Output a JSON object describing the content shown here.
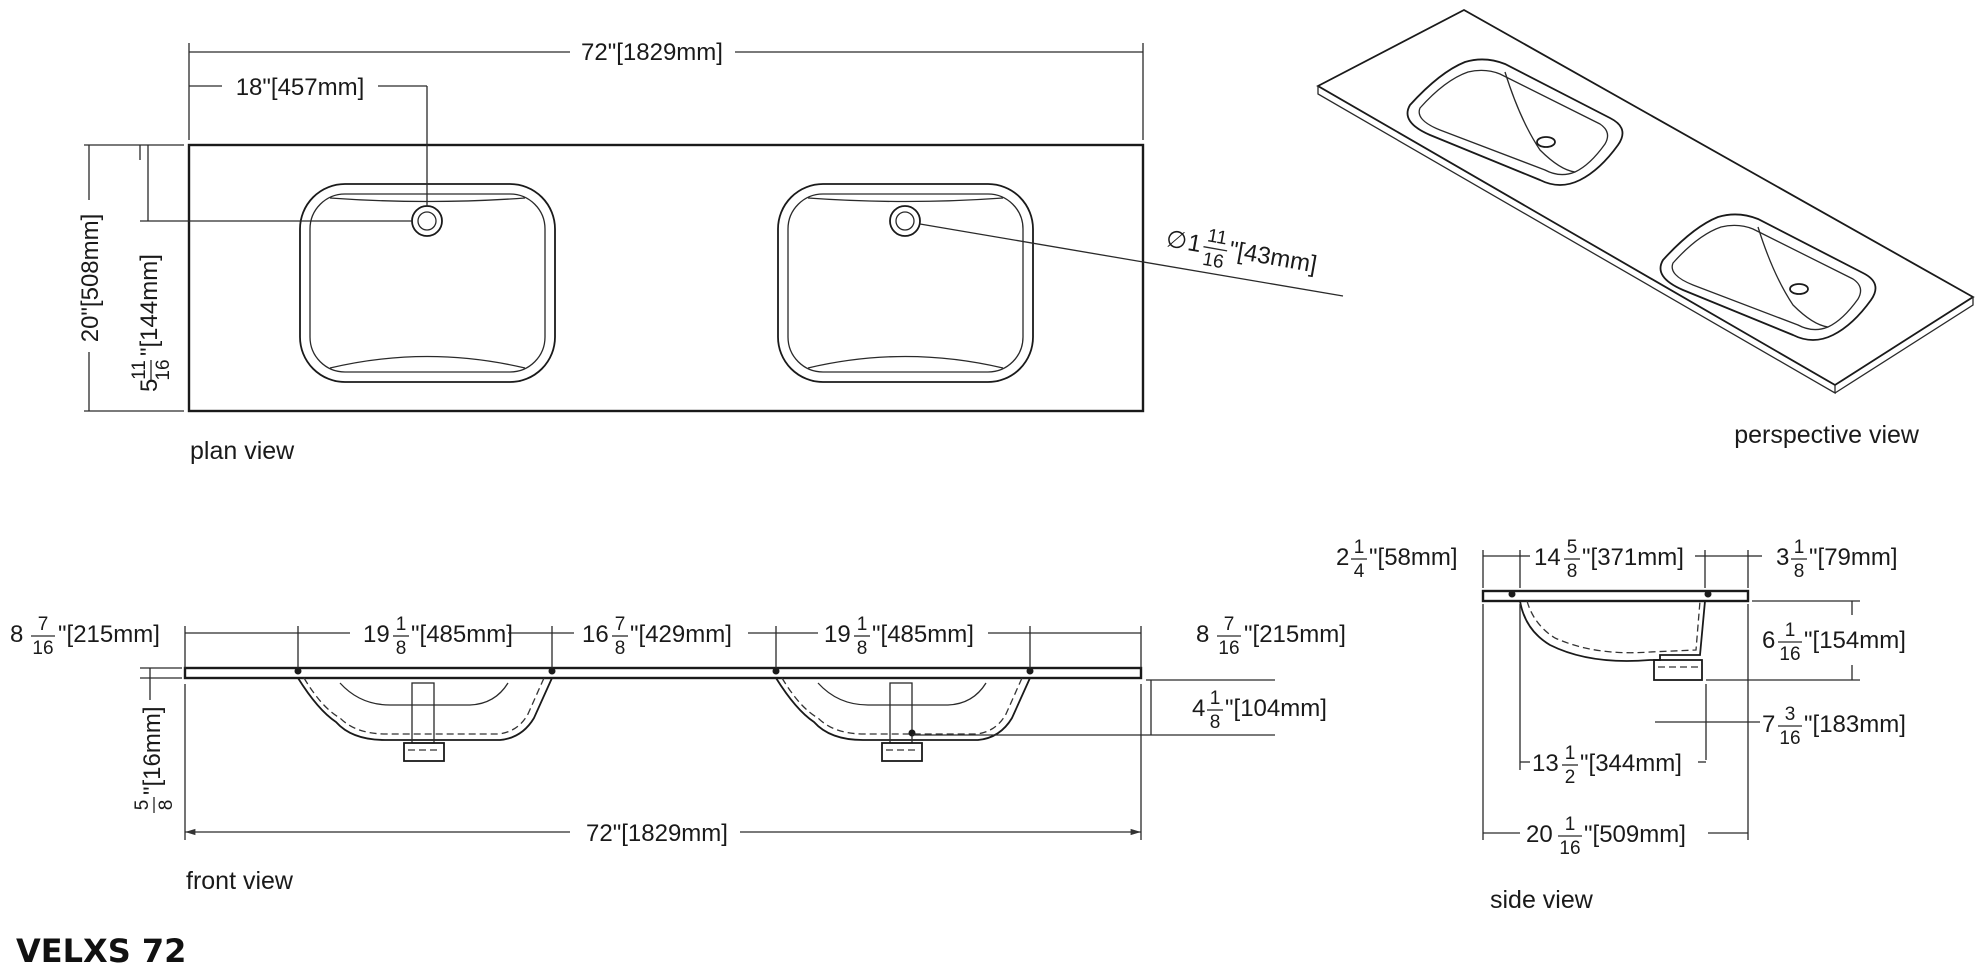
{
  "title": "VELXS 72",
  "views": {
    "plan": "plan view",
    "perspective": "perspective view",
    "front": "front view",
    "side": "side view"
  },
  "plan": {
    "overall_width": "72\"[1829mm]",
    "drain_offset": "18\"[457mm]",
    "depth": "20\"[508mm]",
    "drain_depth_whole": "5",
    "drain_depth_num": "11",
    "drain_depth_den": "16",
    "drain_depth_rest": "\"[144mm]",
    "drain_dia_symbol": "∅",
    "drain_dia_whole": "1",
    "drain_dia_num": "11",
    "drain_dia_den": "16",
    "drain_dia_rest": "\"[43mm]"
  },
  "front": {
    "edge_left": {
      "whole": "8",
      "num": "7",
      "den": "16",
      "rest": "\"[215mm]"
    },
    "bowl_left": {
      "whole": "19",
      "num": "1",
      "den": "8",
      "rest": "\"[485mm]"
    },
    "between": {
      "whole": "16",
      "num": "7",
      "den": "8",
      "rest": "\"[429mm]"
    },
    "bowl_right": {
      "whole": "19",
      "num": "1",
      "den": "8",
      "rest": "\"[485mm]"
    },
    "edge_right": {
      "whole": "8",
      "num": "7",
      "den": "16",
      "rest": "\"[215mm]"
    },
    "bowl_depth": {
      "whole": "4",
      "num": "1",
      "den": "8",
      "rest": "\"[104mm]"
    },
    "thickness": {
      "num": "5",
      "den": "8",
      "rest": "\"[16mm]"
    },
    "overall_width": "72\"[1829mm]"
  },
  "side": {
    "back_edge": {
      "whole": "2",
      "num": "1",
      "den": "4",
      "rest": "\"[58mm]"
    },
    "bowl_length": {
      "whole": "14",
      "num": "5",
      "den": "8",
      "rest": "\"[371mm]"
    },
    "front_edge": {
      "whole": "3",
      "num": "1",
      "den": "8",
      "rest": "\"[79mm]"
    },
    "depth": {
      "whole": "6",
      "num": "1",
      "den": "16",
      "rest": "\"[154mm]"
    },
    "drain_pos": {
      "whole": "7",
      "num": "3",
      "den": "16",
      "rest": "\"[183mm]"
    },
    "inner": {
      "whole": "13",
      "num": "1",
      "den": "2",
      "rest": "\"[344mm]"
    },
    "overall": {
      "whole": "20",
      "num": "1",
      "den": "16",
      "rest": "\"[509mm]"
    }
  }
}
